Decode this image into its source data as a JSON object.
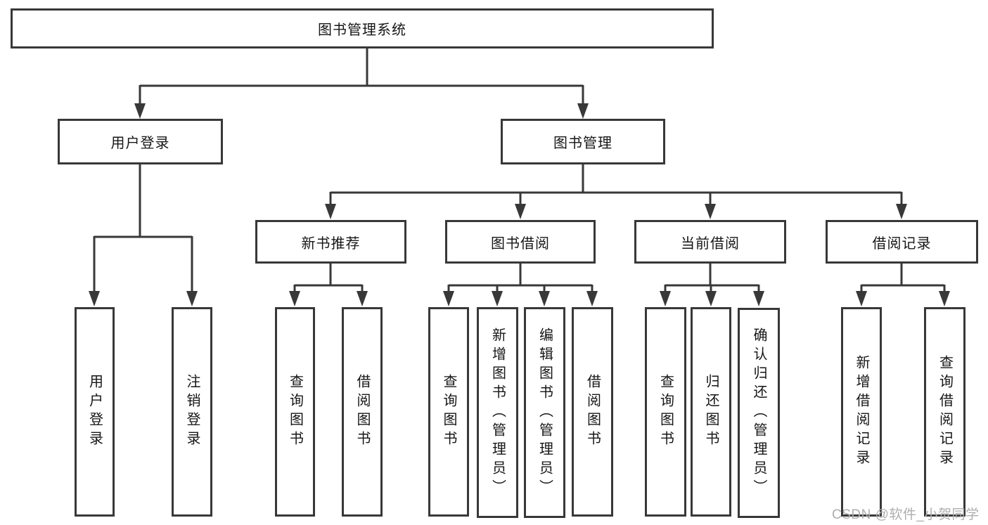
{
  "diagram": {
    "root": {
      "label": "图书管理系统"
    },
    "level2": [
      {
        "label": "用户登录",
        "children": [
          {
            "label": "用户登录"
          },
          {
            "label": "注销登录"
          }
        ]
      },
      {
        "label": "图书管理",
        "children": [
          {
            "label": "新书推荐",
            "children": [
              {
                "label": "查询图书"
              },
              {
                "label": "借阅图书"
              }
            ]
          },
          {
            "label": "图书借阅",
            "children": [
              {
                "label": "查询图书"
              },
              {
                "label": "新增图书（管理员）"
              },
              {
                "label": "编辑图书（管理员）"
              },
              {
                "label": "借阅图书"
              }
            ]
          },
          {
            "label": "当前借阅",
            "children": [
              {
                "label": "查询图书"
              },
              {
                "label": "归还图书"
              },
              {
                "label": "确认归还（管理员）"
              }
            ]
          },
          {
            "label": "借阅记录",
            "children": [
              {
                "label": "新增借阅记录"
              },
              {
                "label": "查询借阅记录"
              }
            ]
          }
        ]
      }
    ]
  },
  "watermark": {
    "text": "CSDN @软件_小贺同学"
  },
  "colors": {
    "line": "#383838",
    "box_border": "#383838",
    "box_fill": "#ffffff",
    "text": "#161616",
    "watermark": "#aeaeae",
    "background": "#ffffff"
  }
}
